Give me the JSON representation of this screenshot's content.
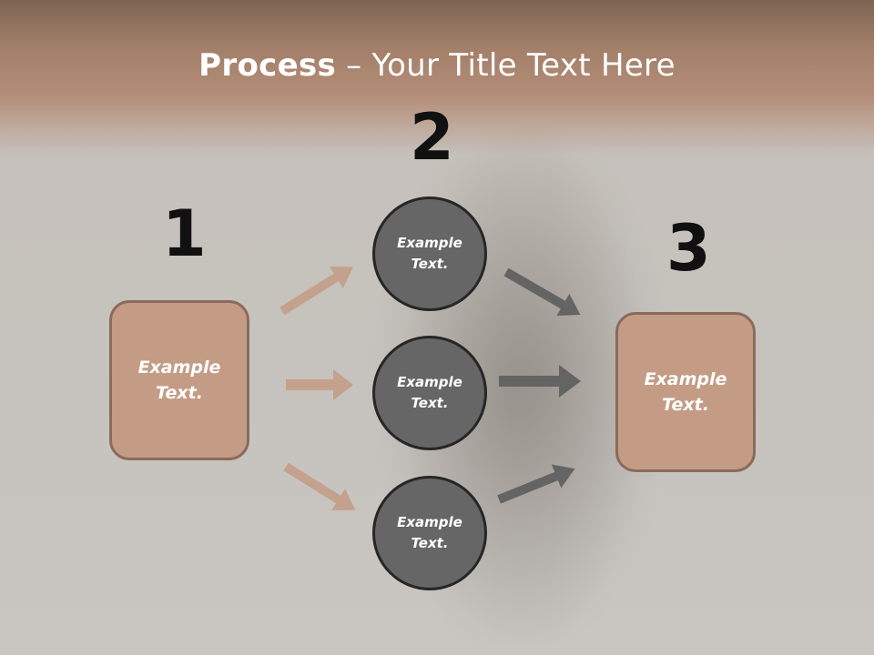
{
  "slide": {
    "title_bold": "Process",
    "title_rest": " – Your Title Text Here"
  },
  "steps": {
    "one": "1",
    "two": "2",
    "three": "3"
  },
  "nodes": {
    "left_box": "Example Text.",
    "circle_top": "Example Text.",
    "circle_middle": "Example Text.",
    "circle_bottom": "Example Text.",
    "right_box": "Example Text."
  },
  "colors": {
    "box_fill": "#c49c85",
    "box_border": "#8a6b5b",
    "circle_fill": "#666666",
    "circle_border": "#262626",
    "arrow_light": "#c49c85",
    "arrow_dark": "#5e5e5e",
    "title_band": "#a27f69"
  }
}
